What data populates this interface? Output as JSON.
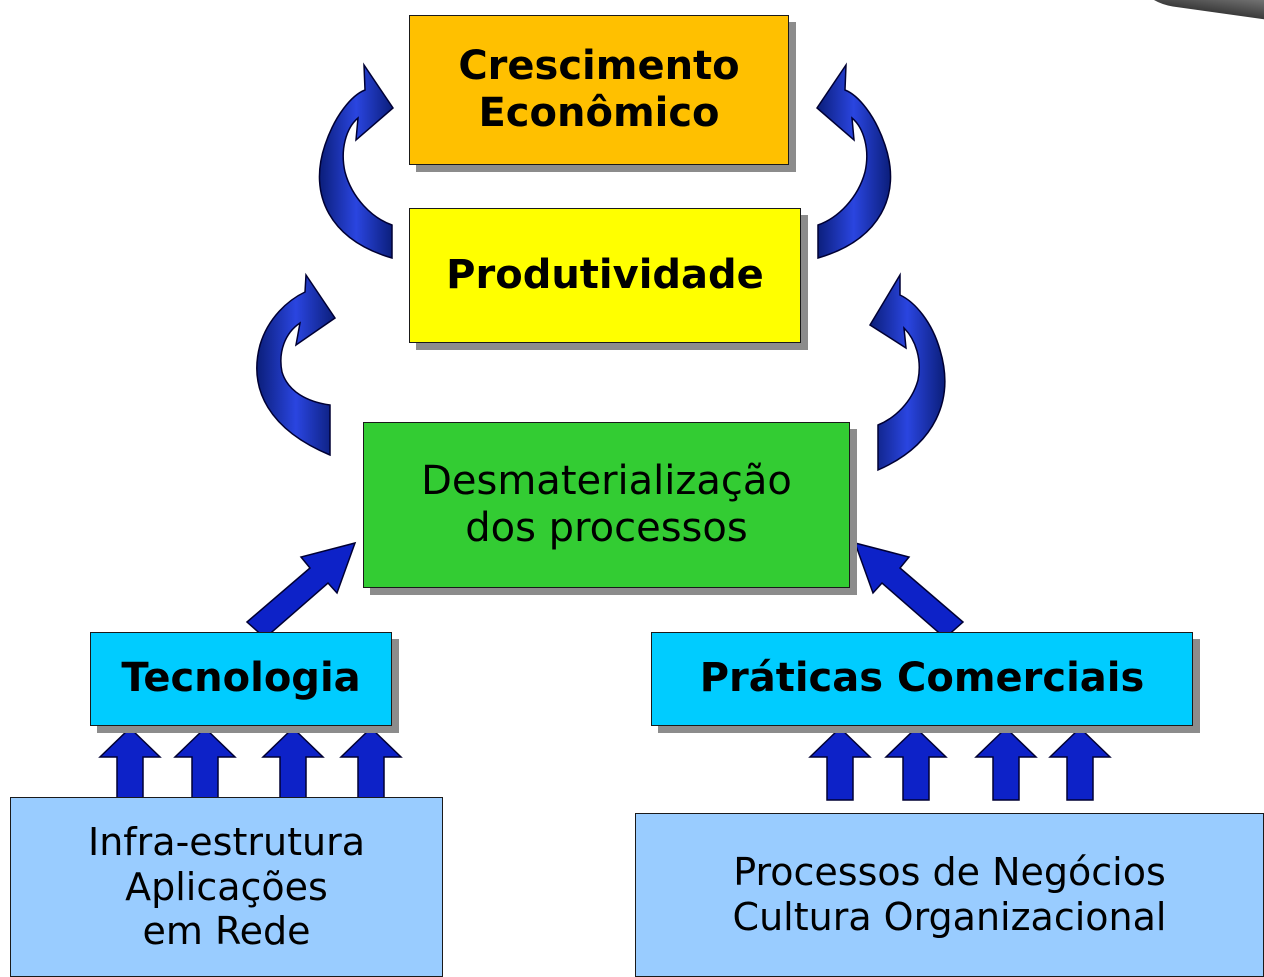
{
  "boxes": {
    "crescimento": {
      "line1": "Crescimento",
      "line2": "Econômico",
      "color": "#ffc000"
    },
    "produtividade": {
      "label": "Produtividade",
      "color": "#ffff00"
    },
    "desmaterializacao": {
      "line1": "Desmaterialização",
      "line2": "dos processos",
      "color": "#33cc33"
    },
    "tecnologia": {
      "label": "Tecnologia",
      "color": "#00ccff"
    },
    "praticas": {
      "label": "Práticas Comerciais",
      "color": "#00ccff"
    },
    "infra": {
      "line1": "Infra-estrutura",
      "line2": "Aplicações",
      "line3": "em Rede",
      "color": "#99ccff"
    },
    "processos": {
      "line1": "Processos de Negócios",
      "line2": "Cultura Organizacional",
      "color": "#99ccff"
    }
  },
  "colors": {
    "arrow_fill": "#0d22c8",
    "arrow_stroke": "#000033",
    "shadow": "#8c8c8c"
  }
}
